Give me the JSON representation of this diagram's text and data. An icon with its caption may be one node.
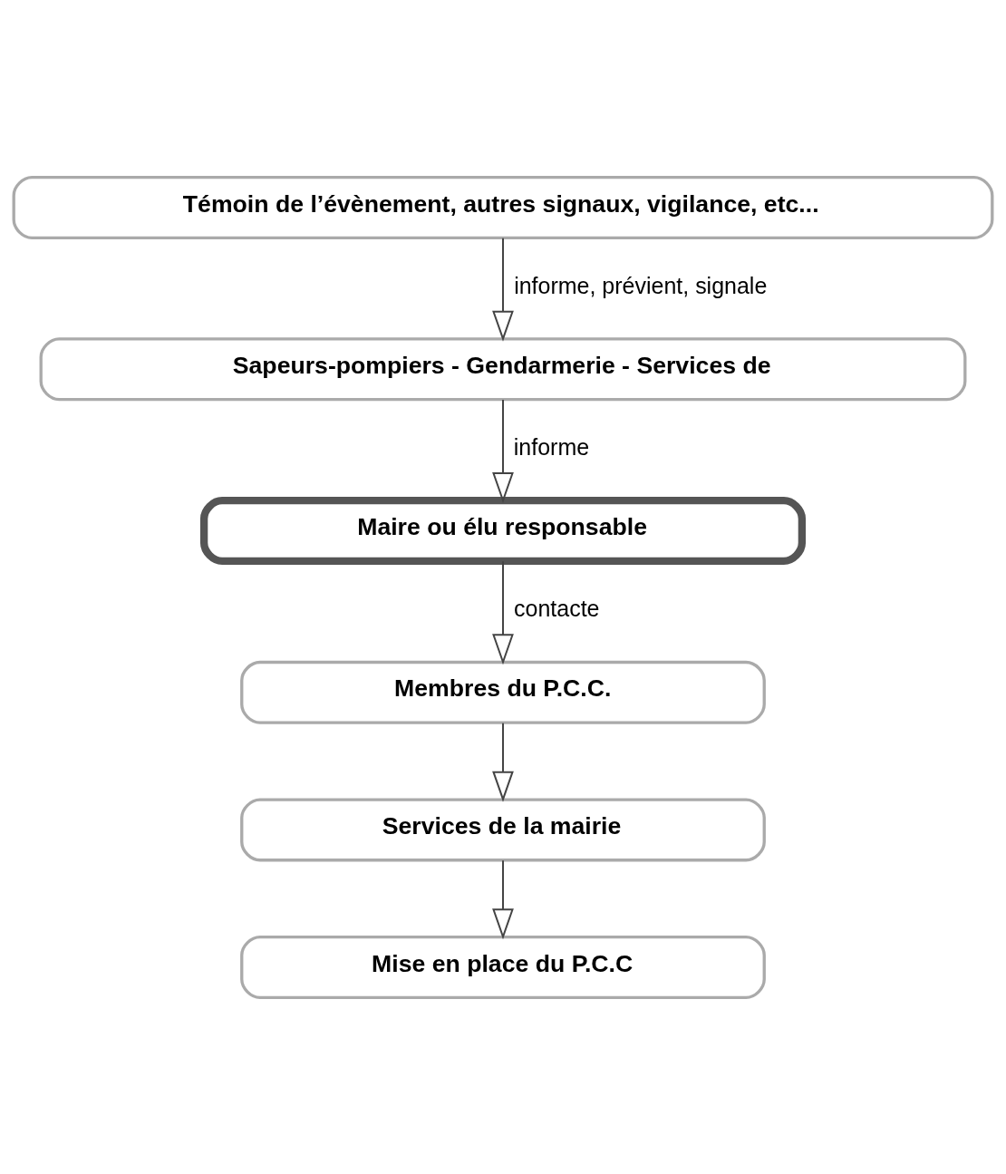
{
  "diagram": {
    "nodes": [
      {
        "text": [
          "Témoin de l’évènement, autres signaux, vigilance, etc..."
        ]
      },
      {
        "text": [
          "Sapeurs-pompiers - Gendarmerie - Services de"
        ]
      },
      {
        "text": [
          "Maire ou élu responsable"
        ]
      },
      {
        "text": [
          "Membres du P.C.C."
        ]
      },
      {
        "text": [
          "Services de la mairie"
        ]
      },
      {
        "text": [
          "Mise en place du P.C.C"
        ]
      }
    ],
    "edges": [
      {
        "from": 0,
        "to": 1,
        "arrow": "to",
        "label": "informe, prévient, signale"
      },
      {
        "from": 1,
        "to": 2,
        "arrow": "to",
        "label": "informe"
      },
      {
        "from": 2,
        "to": 3,
        "arrow": "to",
        "label": "contacte"
      },
      {
        "from": 3,
        "to": 4,
        "arrow": "to"
      },
      {
        "from": 4,
        "to": 5,
        "arrow": "to"
      }
    ]
  }
}
